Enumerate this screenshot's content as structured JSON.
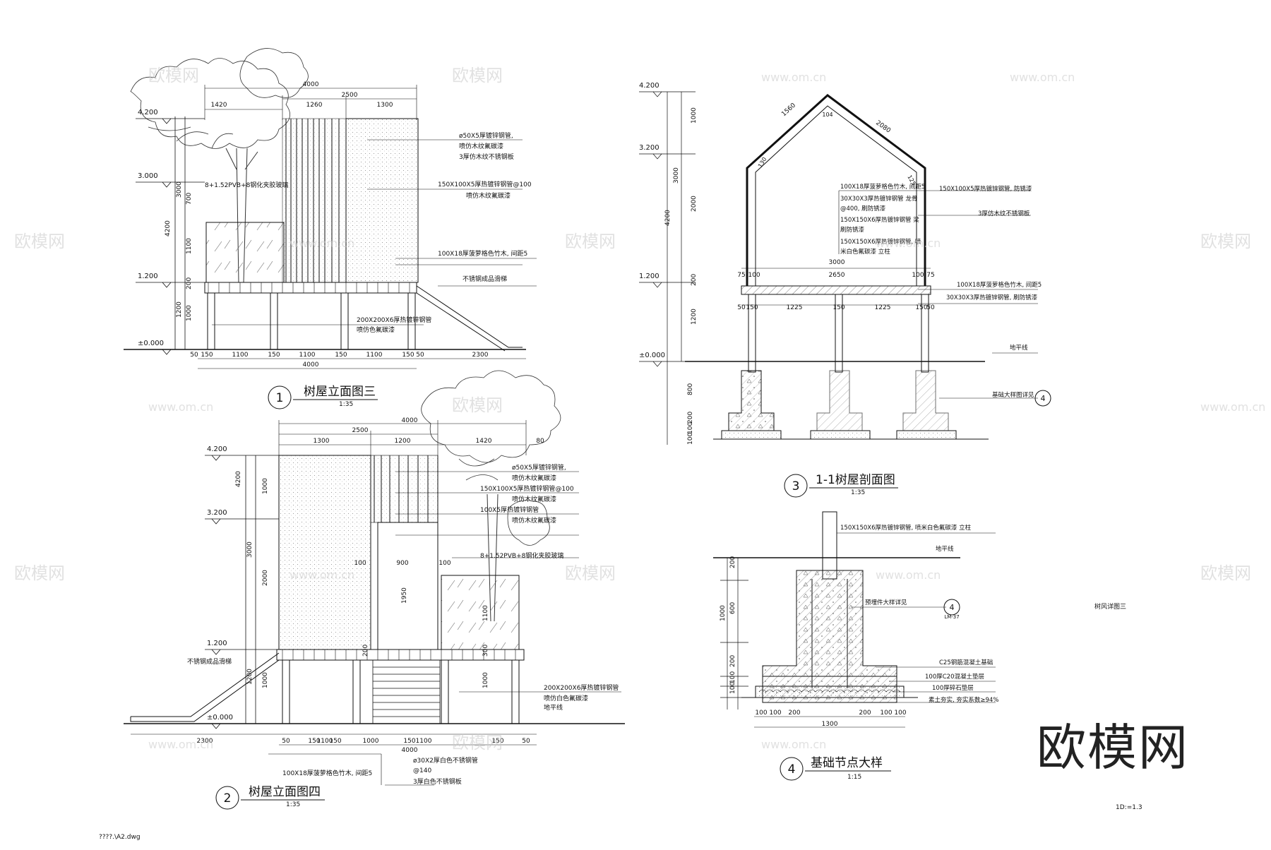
{
  "sheet": {
    "file_label": "????.\\A2.dwg",
    "scale_note": "1D:=1.3",
    "side_note": "树风详图三",
    "brand": "欧模网",
    "watermark_text": "欧模网",
    "watermark_url": "www.om.cn"
  },
  "views": [
    {
      "num": "1",
      "title": "树屋立面图三",
      "scale": "1:35"
    },
    {
      "num": "2",
      "title": "树屋立面图四",
      "scale": "1:35"
    },
    {
      "num": "3",
      "title": "1-1树屋剖面图",
      "scale": "1:35"
    },
    {
      "num": "4",
      "title": "基础节点大样",
      "scale": "1:15"
    }
  ],
  "elevations": {
    "levels": [
      "4.200",
      "3.000",
      "1.200",
      "±0.000",
      "3.200"
    ],
    "v1": {
      "top_dims": [
        "4000",
        "2500",
        "1300",
        "1420",
        "1260"
      ],
      "left_dims": [
        "4200",
        "3000",
        "1200",
        "700",
        "1100",
        "200",
        "1000"
      ],
      "bottom_dims": [
        "50",
        "150",
        "1100",
        "150",
        "1100",
        "150",
        "1100",
        "150",
        "50",
        "2300"
      ],
      "total": "4000",
      "notes": [
        "ø50X5厚镀锌钢管,",
        "喷仿木纹氟碳漆",
        "3厚仿木纹不锈钢板",
        "8+1.52PVB+8钢化夹胶玻璃",
        "150X100X5厚热镀锌钢管@100",
        "喷仿木纹氟碳漆",
        "100X18厚菠萝格色竹木, 间距5",
        "不锈钢成品滑梯",
        "200X200X6厚热镀锌钢管",
        "喷仿色氟碳漆"
      ]
    },
    "v2": {
      "top_dims": [
        "4000",
        "2500",
        "1300",
        "1200",
        "1420",
        "80"
      ],
      "left_dims": [
        "4200",
        "1000",
        "3000",
        "2000",
        "1200",
        "1000"
      ],
      "bottom_dims": [
        "2300",
        "50",
        "150",
        "1100",
        "150",
        "1000",
        "150",
        "1100",
        "150",
        "50"
      ],
      "total": "4000",
      "door_dims": [
        "100",
        "900",
        "100",
        "1950",
        "1100",
        "300",
        "1000",
        "200"
      ],
      "notes": [
        "ø50X5厚镀锌钢管,",
        "喷仿木纹氟碳漆",
        "150X100X5厚热镀锌钢管@100",
        "喷仿木纹氟碳漆",
        "100X5厚热镀锌钢管",
        "喷仿木纹氟碳漆",
        "8+1.52PVB+8钢化夹胶玻璃",
        "不锈钢成品滑梯",
        "200X200X6厚热镀锌钢管",
        "喷仿白色氟碳漆",
        "地平线",
        "100X18厚菠萝格色竹木, 间距5",
        "ø30X2厚白色不锈钢管",
        "@140",
        "3厚白色不锈钢板"
      ]
    }
  },
  "section": {
    "levels": [
      "4.200",
      "3.200",
      "1.200",
      "±0.000"
    ],
    "left_dims": [
      "1000",
      "3000",
      "2000",
      "4200",
      "200",
      "1200",
      "800",
      "200",
      "100",
      "100"
    ],
    "roof_dims": [
      "1560",
      "2080",
      "104",
      "130",
      "125"
    ],
    "span_dims": [
      "3000",
      "2650",
      "75",
      "100",
      "100",
      "75",
      "50",
      "150",
      "1225",
      "150",
      "1225",
      "150",
      "50"
    ],
    "notes": [
      "150X100X5厚热镀锌钢管, 防锈漆",
      "3厚仿木纹不锈钢板",
      "100X18厚菠萝格色竹木, 间距5",
      "30X30X3厚热镀锌钢管  龙骨",
      "@400, 刷防锈漆",
      "150X150X6厚热镀锌钢管  梁",
      "刷防锈漆",
      "150X150X6厚热镀锌钢管, 喷",
      "米白色氟碳漆  立柱",
      "100X18厚菠萝格色竹木, 间距5",
      "30X30X3厚热镀锌钢管, 刷防锈漆",
      "地平线",
      "基础大样图详见"
    ]
  },
  "foundation": {
    "left_dims": [
      "200",
      "1000",
      "600",
      "200",
      "100",
      "100"
    ],
    "bottom_dims": [
      "100",
      "100",
      "200",
      "200",
      "100",
      "100"
    ],
    "total": "1300",
    "ref": "4",
    "ref_sub": "LM-37",
    "notes": [
      "150X150X6厚热镀锌钢管, 喷米白色氟碳漆  立柱",
      "地平线",
      "预埋件大样详见",
      "C25钢筋混凝土基础",
      "100厚C20混凝土垫层",
      "100厚碎石垫层",
      "素土夯实, 夯实系数≥94%"
    ]
  }
}
